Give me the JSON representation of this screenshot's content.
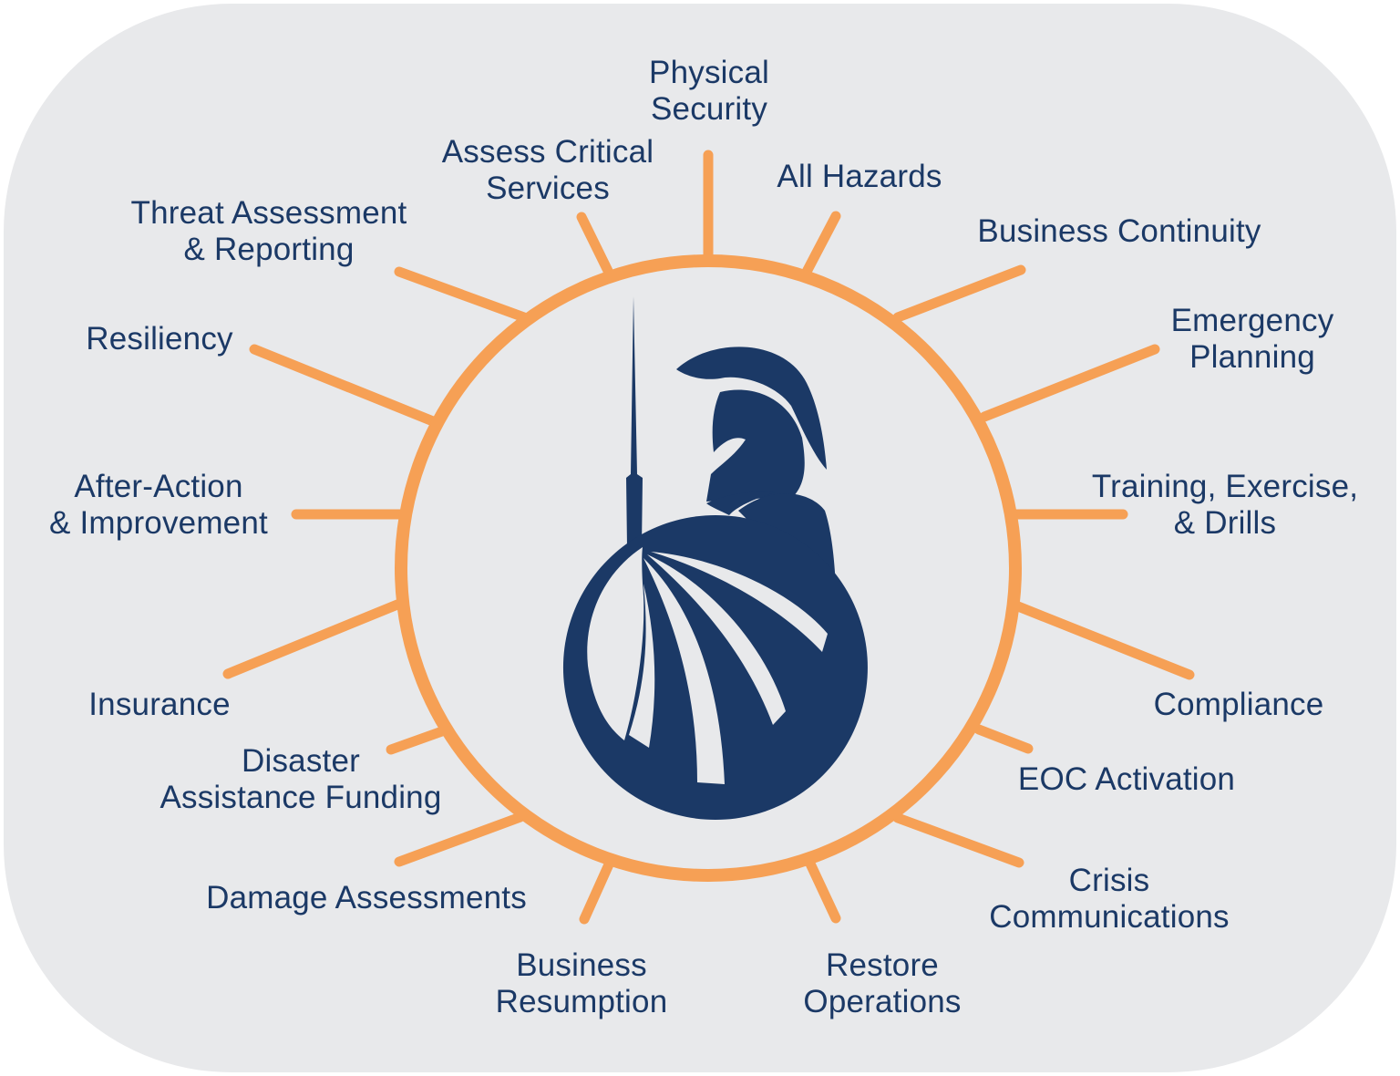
{
  "colors": {
    "background": "#e8e9eb",
    "accent": "#f6a055",
    "navy": "#1b3966"
  },
  "center": {
    "logo_icon": "spartan-warrior-icon"
  },
  "topics": [
    {
      "id": "physical-security",
      "label": "Physical\nSecurity"
    },
    {
      "id": "all-hazards",
      "label": "All Hazards"
    },
    {
      "id": "business-continuity",
      "label": "Business Continuity"
    },
    {
      "id": "emergency-planning",
      "label": "Emergency\nPlanning"
    },
    {
      "id": "training-exercise-drills",
      "label": "Training, Exercise,\n& Drills"
    },
    {
      "id": "compliance",
      "label": "Compliance"
    },
    {
      "id": "eoc-activation",
      "label": "EOC Activation"
    },
    {
      "id": "crisis-communications",
      "label": "Crisis\nCommunications"
    },
    {
      "id": "restore-operations",
      "label": "Restore\nOperations"
    },
    {
      "id": "business-resumption",
      "label": "Business\nResumption"
    },
    {
      "id": "damage-assessments",
      "label": "Damage Assessments"
    },
    {
      "id": "disaster-assistance-funding",
      "label": "Disaster\nAssistance Funding"
    },
    {
      "id": "insurance",
      "label": "Insurance"
    },
    {
      "id": "after-action-improvement",
      "label": "After-Action\n& Improvement"
    },
    {
      "id": "resiliency",
      "label": "Resiliency"
    },
    {
      "id": "threat-assessment-reporting",
      "label": "Threat Assessment\n& Reporting"
    },
    {
      "id": "assess-critical-services",
      "label": "Assess Critical\nServices"
    }
  ]
}
